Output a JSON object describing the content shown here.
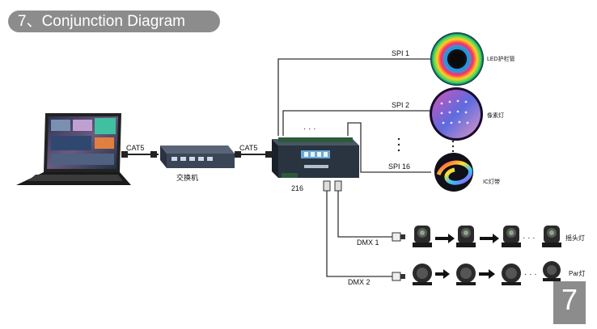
{
  "header": {
    "title": "7、Conjunction Diagram"
  },
  "labels": {
    "cat5_left": "CAT5",
    "cat5_right": "CAT5",
    "switch": "交换机",
    "controller": "216",
    "spi1": "SPI 1",
    "spi2": "SPI 2",
    "spi16": "SPI 16",
    "dmx1": "DMX 1",
    "dmx2": "DMX 2",
    "led_tube": "LED护栏管",
    "pixel_light": "像素灯",
    "ic_strip": "IC灯带",
    "moving_head": "摇头灯",
    "par_light": "Par灯",
    "ellipsis_h": "· · ·",
    "ellipsis_row": "· · ·"
  },
  "page_number": "7",
  "colors": {
    "title_bg": "#8c8c8c",
    "line": "#333333",
    "controller": "#2a3440",
    "switch": "#3a4556"
  }
}
